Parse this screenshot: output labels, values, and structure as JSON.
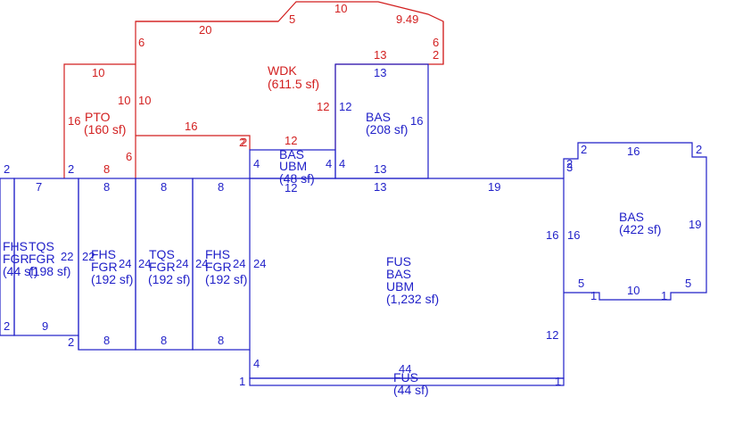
{
  "colors": {
    "main_structure": "#1f1fc8",
    "deck_patio": "#d21f1f",
    "background": "#ffffff"
  },
  "areas": {
    "wdk": {
      "code": "WDK",
      "area": "(611.5 sf)"
    },
    "pto": {
      "code": "PTO",
      "area": "(160 sf)"
    },
    "bas_top": {
      "code": "BAS",
      "area": "(208 sf)"
    },
    "bas_ubm_small": {
      "code1": "BAS",
      "code2": "UBM",
      "area": "(48 sf)"
    },
    "bas_right": {
      "code": "BAS",
      "area": "(422 sf)"
    },
    "main": {
      "code1": "FUS",
      "code2": "BAS",
      "code3": "UBM",
      "area": "(1,232 sf)"
    },
    "fus_strip": {
      "code": "FUS",
      "area": "(44 sf)"
    },
    "fhs_left": {
      "code1": "FHS",
      "code2": "FGR",
      "area": "(44 sf)"
    },
    "tqs_left": {
      "code1": "TQS",
      "code2": "FGR",
      "area": "(198 sf)"
    },
    "fhs_1": {
      "code1": "FHS",
      "code2": "FGR",
      "area": "(192 sf)"
    },
    "tqs_2": {
      "code1": "TQS",
      "code2": "FGR",
      "area": "(192 sf)"
    },
    "fhs_3": {
      "code1": "FHS",
      "code2": "FGR",
      "area": "(192 sf)"
    }
  },
  "dimensions_red": [
    "10",
    "5",
    "20",
    "9.49",
    "6",
    "2",
    "13",
    "6",
    "10",
    "10",
    "10",
    "16",
    "16",
    "12",
    "2",
    "6",
    "8",
    "12",
    "2"
  ],
  "dimensions_blue": [
    "13",
    "12",
    "16",
    "4",
    "4",
    "4",
    "12",
    "13",
    "13",
    "2",
    "2",
    "7",
    "8",
    "8",
    "8",
    "19",
    "2",
    "16",
    "2",
    "2",
    "3",
    "16",
    "16",
    "19",
    "5",
    "10",
    "1",
    "1",
    "5",
    "22",
    "22",
    "24",
    "24",
    "24",
    "24",
    "24",
    "24",
    "12",
    "9",
    "2",
    "2",
    "8",
    "8",
    "8",
    "4",
    "44",
    "1",
    "1"
  ]
}
